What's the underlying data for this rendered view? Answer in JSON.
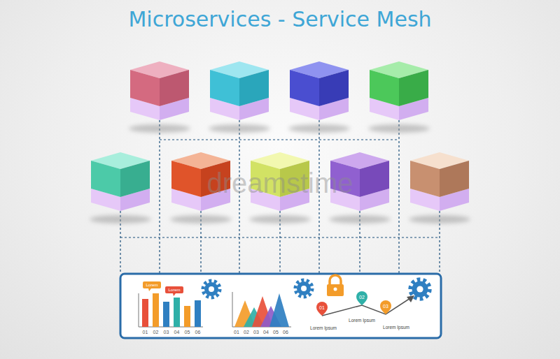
{
  "diagram": {
    "title": "Microservices - Service Mesh",
    "labels": [
      "dreamstime",
      "Lorem",
      "Lorem",
      "01",
      "02",
      "03",
      "04",
      "05",
      "06",
      "01",
      "02",
      "03",
      "04",
      "05",
      "06",
      "01",
      "02",
      "03",
      "Lorem Ipsum",
      "Lorem Ipsum",
      "Lorem Ipsum"
    ]
  }
}
